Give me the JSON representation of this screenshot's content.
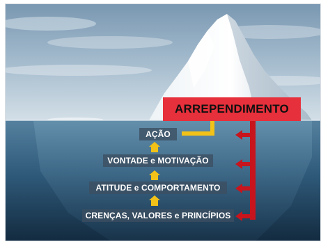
{
  "headline": "ARREPENDIMENTO",
  "levels": [
    {
      "label": "AÇÃO"
    },
    {
      "label": "VONTADE e MOTIVAÇÃO"
    },
    {
      "label": "ATITUDE e COMPORTAMENTO"
    },
    {
      "label": "CRENÇAS, VALORES e PRINCÍPIOS"
    }
  ],
  "colors": {
    "headline_bg": "#e6303b",
    "headline_text": "#101010",
    "red_arrows": "#c8141c",
    "yellow_arrows": "#f2c218",
    "label_bg": "#3c4e60",
    "label_text": "#ffffff",
    "sky_top": "#7e9bb4",
    "sky_bottom": "#c8d6e0",
    "water_top": "#4d7a9a",
    "water_bottom": "#162f45"
  }
}
